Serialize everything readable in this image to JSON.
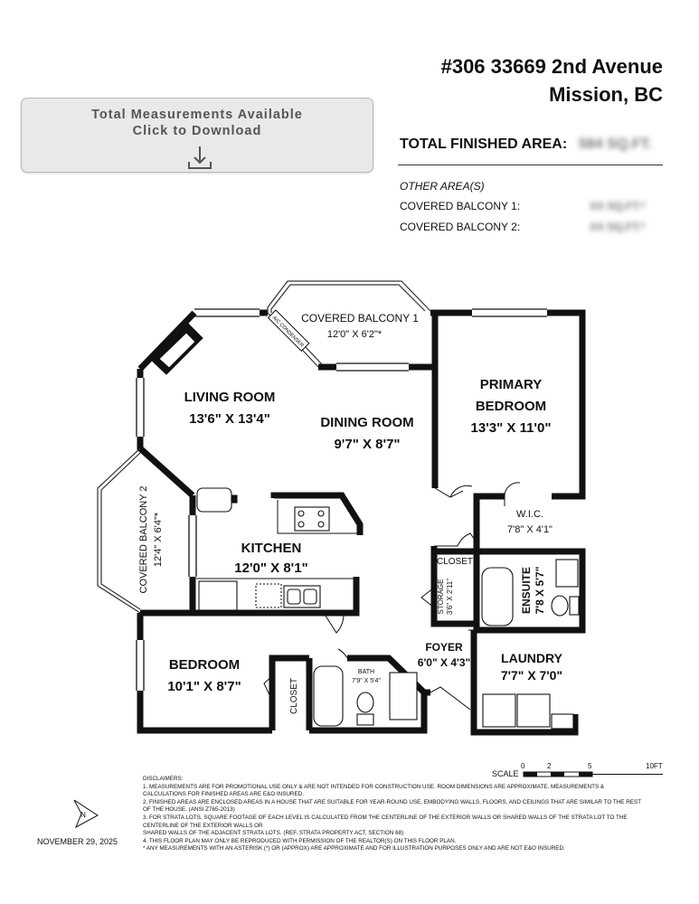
{
  "address": {
    "line1": "#306 33669 2nd Avenue",
    "line2": "Mission, BC"
  },
  "download": {
    "line1": "Total Measurements Available",
    "line2": "Click to Download"
  },
  "area": {
    "total_label": "TOTAL FINISHED AREA:",
    "total_value": "584 SQ.FT.",
    "other_label": "OTHER AREA(S)",
    "balcony1_label": "COVERED BALCONY 1:",
    "balcony1_value": "XX SQ.FT.*",
    "balcony2_label": "COVERED BALCONY 2:",
    "balcony2_value": "XX SQ.FT.*"
  },
  "rooms": {
    "balcony1_name": "COVERED BALCONY 1",
    "balcony1_dim": "12'0\" X 6'2\"*",
    "living_name": "LIVING ROOM",
    "living_dim": "13'6\" X 13'4\"",
    "dining_name": "DINING ROOM",
    "dining_dim": "9'7\" X 8'7\"",
    "primary_name1": "PRIMARY",
    "primary_name2": "BEDROOM",
    "primary_dim": "13'3\" X 11'0\"",
    "wic_name": "W.I.C.",
    "wic_dim": "7'8\" X 4'1\"",
    "closet1": "CLOSET",
    "storage_name": "STORAGE",
    "storage_dim": "3'6\" X 2'11\"",
    "ensuite_name": "ENSUITE",
    "ensuite_dim": "7'8 X 5'7\"",
    "balcony2_name": "COVERED BALCONY 2",
    "balcony2_dim": "12'4\" X 6'4\"*",
    "kitchen_name": "KITCHEN",
    "kitchen_dim": "12'0\" X 8'1\"",
    "foyer_name": "FOYER",
    "foyer_dim": "6'0\" X 4'3\"",
    "laundry_name": "LAUNDRY",
    "laundry_dim": "7'7\" X 7'0\"",
    "bedroom_name": "BEDROOM",
    "bedroom_dim": "10'1\" X 8'7\"",
    "closet2": "CLOSET",
    "bath_name": "BATH",
    "bath_dim": "7'9\" X 5'4\"",
    "ac_label": "A/C CONDENSER"
  },
  "scale": {
    "label": "SCALE",
    "ticks": [
      "0",
      "2",
      "5",
      "10FT"
    ]
  },
  "compass": "N",
  "date": "NOVEMBER 29, 2025",
  "disclaimers": [
    "DISCLAIMERS:",
    "1. MEASUREMENTS ARE FOR PROMOTIONAL USE ONLY & ARE NOT INTENDED FOR CONSTRUCTION USE. ROOM DIMENSIONS ARE APPROXIMATE. MEASUREMENTS &",
    "CALCULATIONS FOR FINISHED AREAS ARE E&O INSURED.",
    "2. FINISHED AREAS ARE ENCLOSED AREAS IN A HOUSE THAT ARE SUITABLE FOR YEAR-ROUND USE, EMBODYING WALLS, FLOORS, AND CEILINGS THAT ARE SIMILAR TO THE REST",
    "OF THE HOUSE. (ANSI Z765-2013)",
    "3. FOR STRATA LOTS, SQUARE FOOTAGE OF EACH LEVEL IS CALCULATED FROM THE CENTERLINE OF THE EXTERIOR WALLS OR SHARED WALLS OF THE STRATA LOT TO THE",
    "CENTERLINE OF THE EXTERIOR WALLS OR",
    "SHARED WALLS OF THE ADJACENT STRATA LOTS. (REF. STRATA PROPERTY ACT, SECTION 68)",
    "4. THIS FLOOR PLAN MAY ONLY BE REPRODUCED WITH PERMISSION OF THE REALTOR(S) ON THIS FLOOR PLAN.",
    "* ANY MEASUREMENTS WITH AN ASTERISK (*) OR (APPROX) ARE APPROXIMATE AND FOR ILLUSTRATION PURPOSES ONLY AND ARE NOT E&O INSURED."
  ]
}
